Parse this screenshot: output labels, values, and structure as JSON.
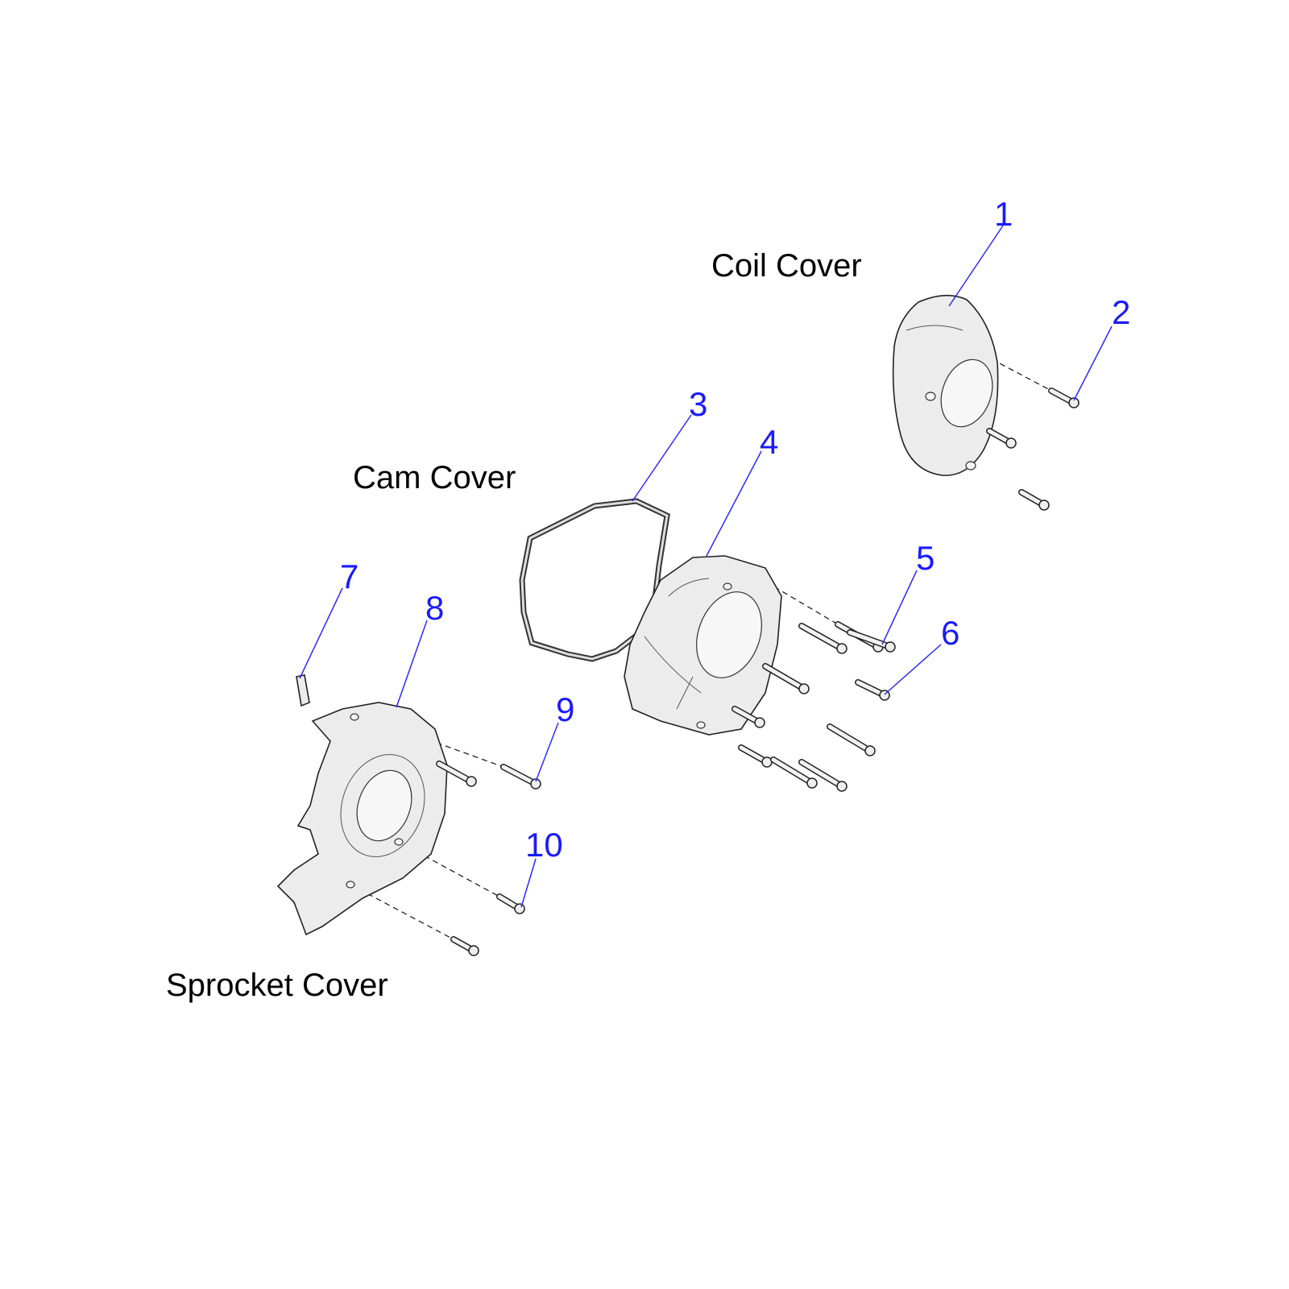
{
  "diagram": {
    "section_labels": {
      "coil_cover": "Coil Cover",
      "cam_cover": "Cam Cover",
      "sprocket_cover": "Sprocket Cover"
    },
    "callouts": [
      "1",
      "2",
      "3",
      "4",
      "5",
      "6",
      "7",
      "8",
      "9",
      "10"
    ],
    "colors": {
      "callout": "#1a1aff",
      "text": "#000000",
      "part_fill": "#ececec"
    }
  }
}
